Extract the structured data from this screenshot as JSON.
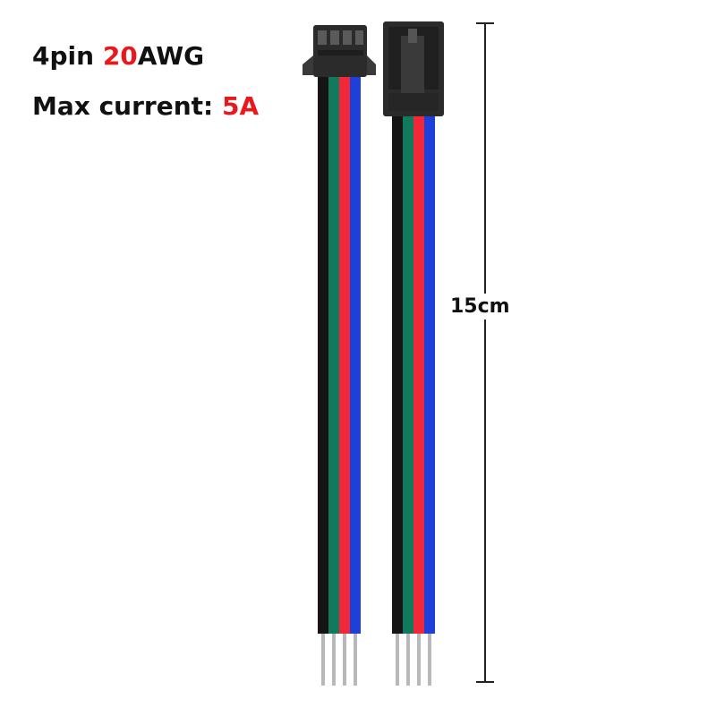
{
  "specs": {
    "line1": {
      "prefix": "4pin ",
      "highlight": "20",
      "suffix": "AWG"
    },
    "line2": {
      "prefix": "Max current: ",
      "highlight": "5A"
    }
  },
  "dimension": {
    "label": "15cm"
  },
  "colors": {
    "highlight": "#e8191d",
    "wire_black": "#151515",
    "wire_green": "#127a5c",
    "wire_red": "#f0283a",
    "wire_blue": "#1e3fd8",
    "connector": "#2b2b2b",
    "pin": "#b8b8b8"
  }
}
